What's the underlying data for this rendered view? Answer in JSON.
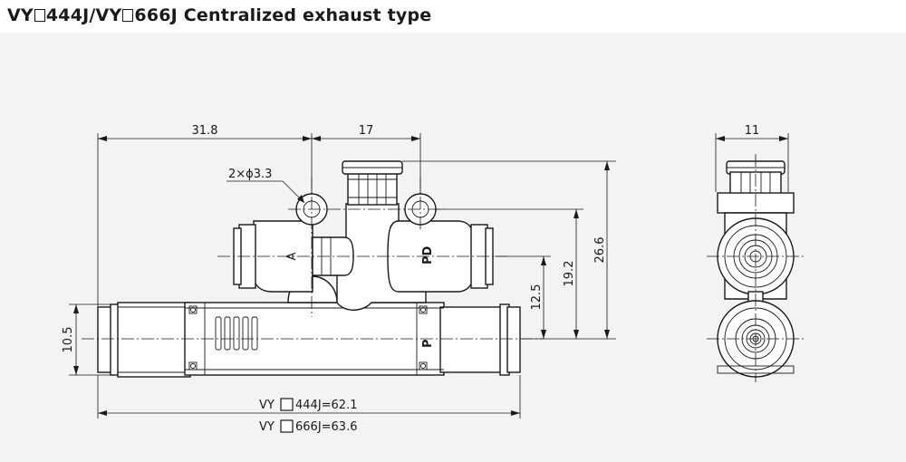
{
  "title": {
    "prefix": "VY",
    "part1": "444J/VY",
    "part2": "666J Centralized exhaust type"
  },
  "dimensions": {
    "d31_8": "31.8",
    "d17": "17",
    "hole": "2×ϕ3.3",
    "d26_6": "26.6",
    "d19_2": "19.2",
    "d12_5": "12.5",
    "d10_5": "10.5",
    "d11": "11",
    "len444_prefix": "VY",
    "len444": "444J=62.1",
    "len666_prefix": "VY",
    "len666": "666J=63.6"
  },
  "labels": {
    "pd": "PD",
    "p": "P",
    "arrow": "A"
  }
}
